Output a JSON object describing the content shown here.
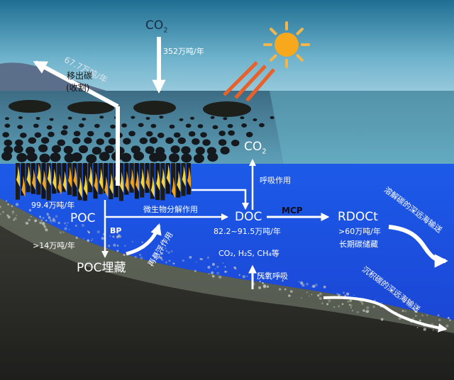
{
  "sky": {
    "co2_label": "CO",
    "co2_sub": "2",
    "co2_flux": "352万吨/年",
    "harvest_value": "67.7万吨/年",
    "harvest_label": "移出碳",
    "harvest_note": "(收割)"
  },
  "water": {
    "resp_co2_label": "CO",
    "resp_co2_sub": "2",
    "respiration_label": "呼吸作用",
    "poc_flux": "99.4万吨/年",
    "poc_label": "POC",
    "decomp_label": "微生物分解作用",
    "doc_label": "DOC",
    "mcp_label": "MCP",
    "rdoct_label": "RDOCt",
    "doc_flux": "82.2~91.5万吨/年",
    "rdoct_flux": ">60万吨/年",
    "rdoct_note": "长期碳储藏",
    "bp_label": "BP",
    "burial_flux": ">14万吨/年",
    "poc_burial_label": "POC埋藏",
    "resuspension_label": "再悬浮作用",
    "gases_label": "CO₂, H₂S, CH₄等",
    "anaerobic_label": "厌氧呼吸",
    "dissolved_transport": "溶解碳的深远海输送",
    "sediment_transport": "沉积碳的深远海输送"
  },
  "colors": {
    "sky_top": "#1f6f93",
    "sky_bottom": "#a8d3e3",
    "sea": "#1f4ce8",
    "sun": "#f7a81c",
    "sunray": "#e8602a",
    "seabed": "#2b2b27"
  }
}
